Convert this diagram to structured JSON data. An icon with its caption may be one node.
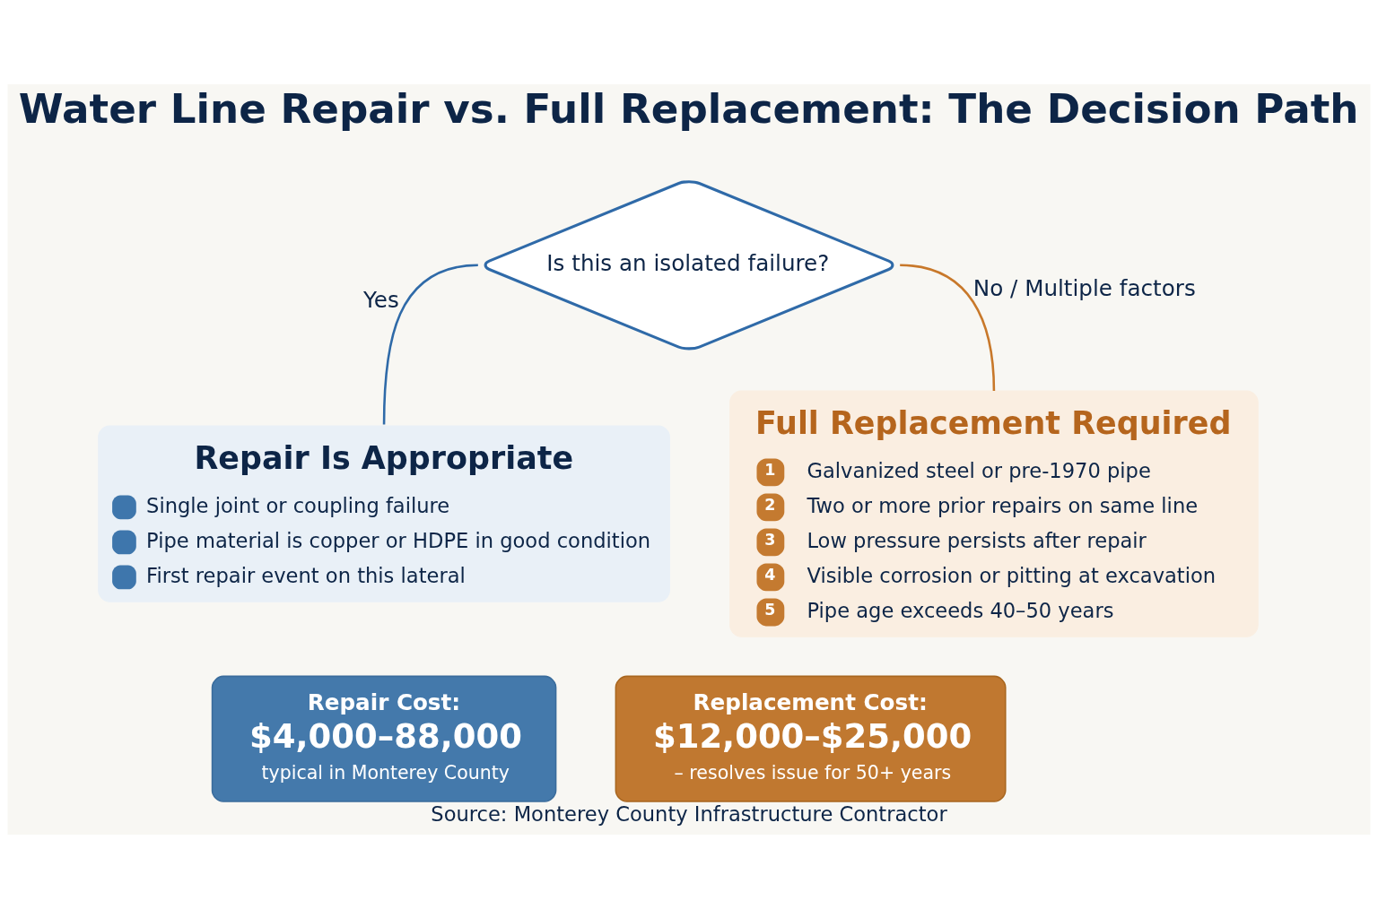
{
  "diagram": {
    "title": "Water Line Repair vs. Full Replacement: The Decision Path",
    "caption": "Source: Monterey County Infrastructure Contractor",
    "nodes": [
      {
        "text": [
          "Is this an isolated failure?"
        ]
      },
      {
        "text": [
          "Repair Is Appropriate",
          "Single joint or coupling failure",
          "Pipe material is copper or HDPE in good condition",
          "First repair event on this lateral"
        ]
      },
      {
        "text": [
          "Full Replacement Required",
          "1",
          "Galvanized steel or pre-1970 pipe",
          "2",
          "Two or more prior repairs on same line",
          "3",
          "Low pressure persists after repair",
          "4",
          "Visible corrosion or pitting at excavation",
          "5",
          "Pipe age exceeds 40–50 years"
        ]
      },
      {
        "text": [
          "Repair Cost:",
          "$4,000–88,000",
          "typical in Monterey County"
        ]
      },
      {
        "text": [
          "Replacement Cost:",
          "$12,000–$25,000",
          "– resolves issue for 50+ years"
        ]
      }
    ],
    "edges": [
      {
        "from": 0,
        "to": 1,
        "arrow": "none",
        "label": "Yes",
        "color": "#2f6aa8"
      },
      {
        "from": 0,
        "to": 2,
        "arrow": "none",
        "label": "No / Multiple factors",
        "color": "#c8782a"
      }
    ]
  }
}
